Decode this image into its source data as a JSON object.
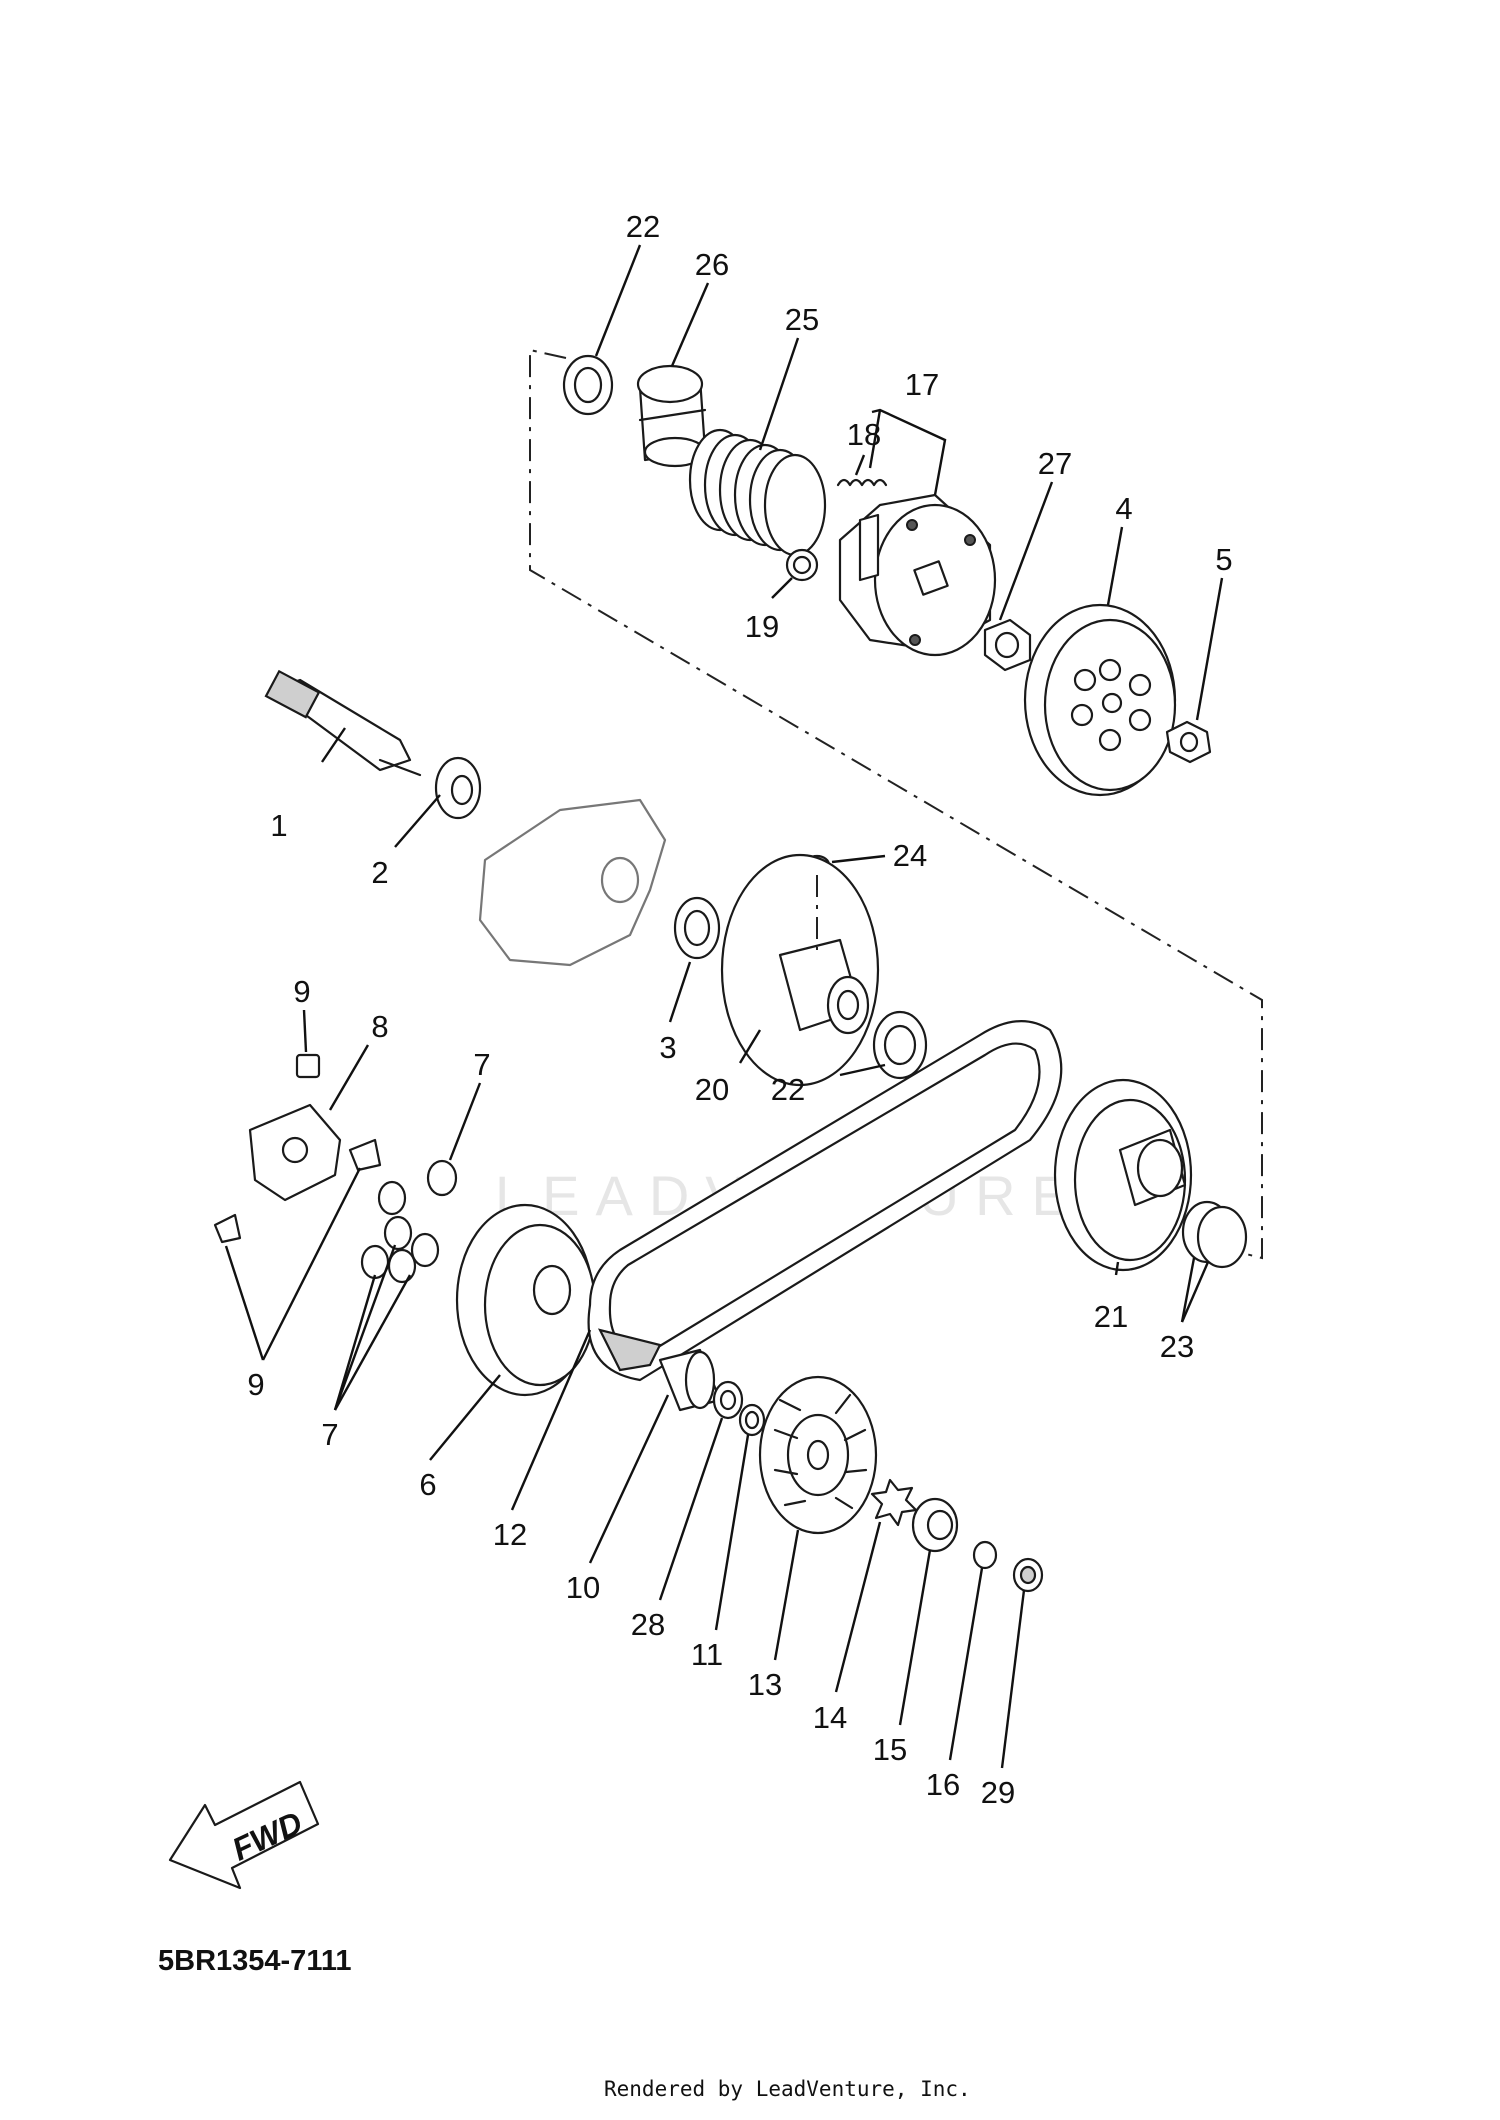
{
  "diagram": {
    "watermark": "LEADVENTURE",
    "direction_label": "FWD",
    "code": "5BR1354-7111",
    "footer": "Rendered by LeadVenture, Inc.",
    "callouts": [
      {
        "id": "c22a",
        "text": "22"
      },
      {
        "id": "c26",
        "text": "26"
      },
      {
        "id": "c25",
        "text": "25"
      },
      {
        "id": "c17",
        "text": "17"
      },
      {
        "id": "c18",
        "text": "18"
      },
      {
        "id": "c27",
        "text": "27"
      },
      {
        "id": "c4",
        "text": "4"
      },
      {
        "id": "c5",
        "text": "5"
      },
      {
        "id": "c19",
        "text": "19"
      },
      {
        "id": "c1",
        "text": "1"
      },
      {
        "id": "c2",
        "text": "2"
      },
      {
        "id": "c24",
        "text": "24"
      },
      {
        "id": "c3",
        "text": "3"
      },
      {
        "id": "c20",
        "text": "20"
      },
      {
        "id": "c22b",
        "text": "22"
      },
      {
        "id": "c9a",
        "text": "9"
      },
      {
        "id": "c8",
        "text": "8"
      },
      {
        "id": "c7a",
        "text": "7"
      },
      {
        "id": "c21",
        "text": "21"
      },
      {
        "id": "c23",
        "text": "23"
      },
      {
        "id": "c9b",
        "text": "9"
      },
      {
        "id": "c7b",
        "text": "7"
      },
      {
        "id": "c6",
        "text": "6"
      },
      {
        "id": "c12",
        "text": "12"
      },
      {
        "id": "c10",
        "text": "10"
      },
      {
        "id": "c28",
        "text": "28"
      },
      {
        "id": "c11",
        "text": "11"
      },
      {
        "id": "c13",
        "text": "13"
      },
      {
        "id": "c14",
        "text": "14"
      },
      {
        "id": "c15",
        "text": "15"
      },
      {
        "id": "c16",
        "text": "16"
      },
      {
        "id": "c29",
        "text": "29"
      }
    ]
  }
}
